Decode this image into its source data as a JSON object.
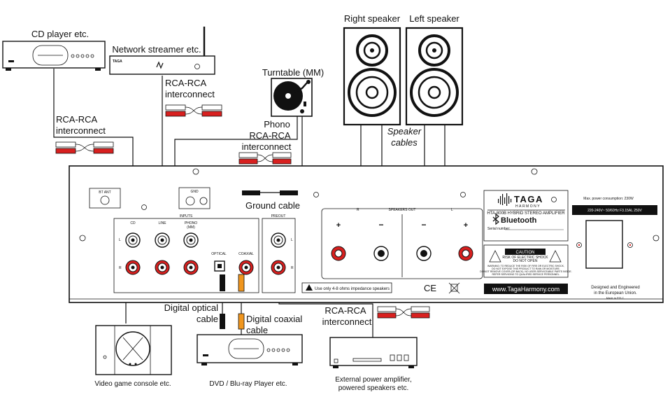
{
  "devices": {
    "cd_player": "CD player etc.",
    "network_streamer": "Network streamer etc.",
    "turntable": "Turntable (MM)",
    "right_speaker": "Right speaker",
    "left_speaker": "Left speaker",
    "game_console": "Video game console etc.",
    "dvd_player": "DVD / Blu-ray Player etc.",
    "ext_amp_line1": "External power amplifier,",
    "ext_amp_line2": "powered speakers etc.",
    "streamer_brand": "TAGA"
  },
  "cables": {
    "rca1_line1": "RCA-RCA",
    "rca1_line2": "interconnect",
    "rca2_line1": "RCA-RCA",
    "rca2_line2": "interconnect",
    "phono_line1": "Phono",
    "phono_line2": "RCA-RCA",
    "phono_line3": "interconnect",
    "ground": "Ground cable",
    "speaker_line1": "Speaker",
    "speaker_line2": "cables",
    "optical_line1": "Digital optical",
    "optical_line2": "cable",
    "coaxial_line1": "Digital coaxial",
    "coaxial_line2": "cable",
    "rca3_line1": "RCA-RCA",
    "rca3_line2": "interconnect"
  },
  "panel": {
    "bt_ant": "BT ANT",
    "gnd": "GND",
    "inputs": "INPUTS",
    "cd": "CD",
    "line": "LINE",
    "phono": "PHONO",
    "phono_mm": "(MM)",
    "optical": "OPTICAL",
    "coaxial": "COAXIAL",
    "preout": "PREOUT",
    "ch_l": "L",
    "ch_r": "R",
    "speakers_out": "SPEAKERS OUT",
    "spk_r": "R",
    "spk_l": "L",
    "plus": "+",
    "minus": "−",
    "impedance": "Use only  4-8 ohms impedance speakers",
    "ce_mark": "CE",
    "brand": "TAGA",
    "brand_sub": "HARMONY",
    "model": "HTA-800B HYBRID STEREO AMPLIFIER",
    "bluetooth": "Bluetooth",
    "serial": "Serial number:",
    "caution": "CAUTION",
    "caution_sub1": "RISK OF ELECTRIC SHOCK",
    "caution_sub2": "DO NOT OPEN",
    "warning1": "WARNING: TO REDUCE THE RISK OF FIRE OR ELECTRIC SHOCK,",
    "warning2": "DO NOT EXPOSE THIS PRODUCT TO RAIN OR MOISTURE.",
    "warning3": "DO NOT REMOVE COVER (OR BACK). NO USER-SERVICEABLE PARTS INSIDE.",
    "warning4": "REFER SERVICING TO QUALIFIED SERVICE PERSONNEL.",
    "website": "www.TagaHarmony.com",
    "max_power": "Max. power consumption: 230W",
    "voltage": "220-240V~ 50/60Hz F3.15AL 250V",
    "designed1": "Designed and Engineered",
    "designed2": "in the European Union.",
    "made_in": "Made in P.R.C."
  },
  "colors": {
    "red": "#d8201f",
    "orange": "#f0961e",
    "ink": "#111111"
  }
}
